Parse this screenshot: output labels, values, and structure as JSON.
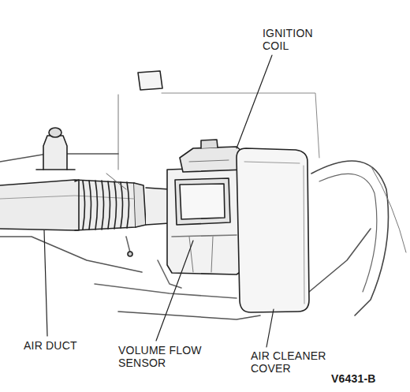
{
  "diagram": {
    "labels": [
      "IGNITION COIL",
      "AIR DUCT",
      "VOLUME FLOW SENSOR",
      "AIR CLEANER COVER",
      "V6431-B"
    ]
  }
}
